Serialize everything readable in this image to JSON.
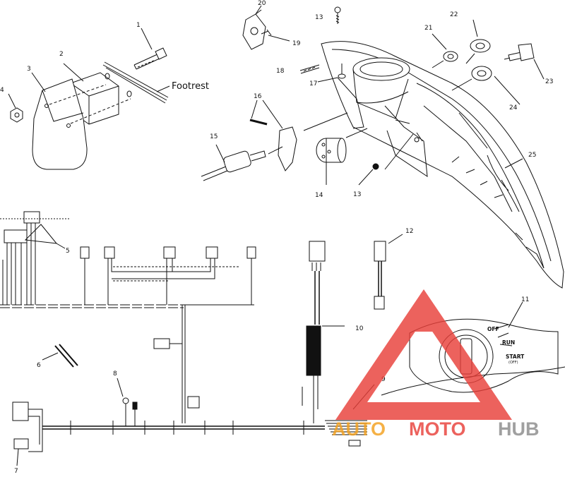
{
  "callouts": {
    "c1": "1",
    "c2": "2",
    "c3": "3",
    "c4": "4",
    "c5": "5",
    "c6": "6",
    "c7": "7",
    "c8": "8",
    "c9": "9",
    "c10": "10",
    "c11": "11",
    "c12": "12",
    "c13a": "13",
    "c13b": "13",
    "c14": "14",
    "c15": "15",
    "c16": "16",
    "c17": "17",
    "c18": "18",
    "c19": "19",
    "c20": "20",
    "c21": "21",
    "c22": "22",
    "c23": "23",
    "c24": "24",
    "c25": "25"
  },
  "labels": {
    "footrest": "Footrest"
  },
  "switch_panel": {
    "off": "OFF",
    "run": "RUN",
    "start": "START",
    "start_sub": "(OFF)"
  },
  "watermark": {
    "part1": "AUTO",
    "part2": "MOTO",
    "part3": "HUB",
    "colors": {
      "triangle": "#e8403a",
      "auto": "#f3a11e",
      "moto": "#e8403a",
      "hub": "#8c8c8c"
    }
  }
}
